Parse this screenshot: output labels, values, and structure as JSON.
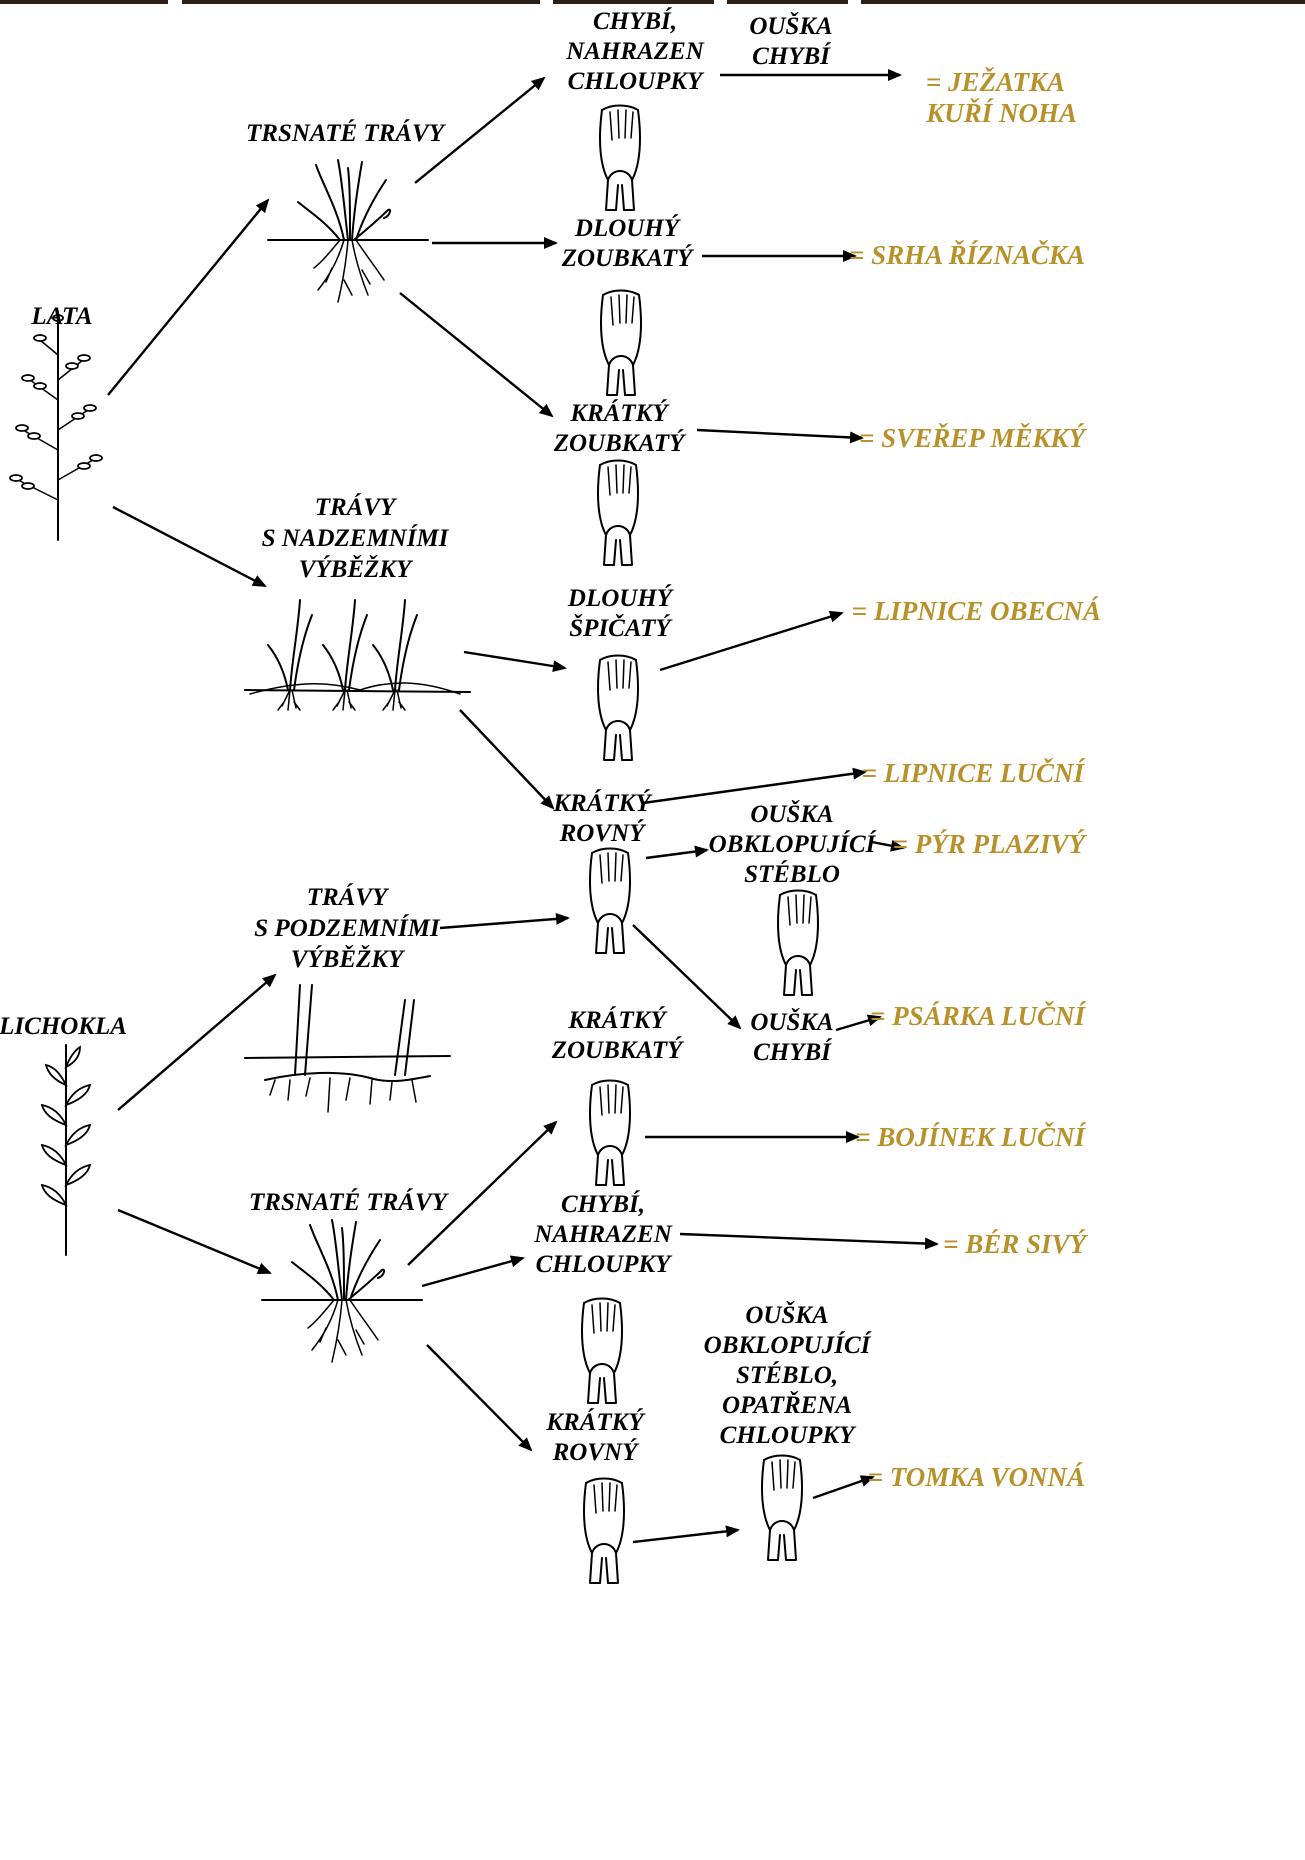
{
  "inflorescence": {
    "lata": "LATA",
    "lichokla": "LICHOKLA"
  },
  "growth": {
    "trsnate_1": "TRSNATÉ TRÁVY",
    "nadzemni": [
      "TRÁVY",
      "S NADZEMNÍMI",
      "VÝBĚŽKY"
    ],
    "podzemni": [
      "TRÁVY",
      "S PODZEMNÍMI",
      "VÝBĚŽKY"
    ],
    "trsnate_2": "TRSNATÉ TRÁVY"
  },
  "ligule": {
    "chybi_1": [
      "CHYBÍ,",
      "NAHRAZEN",
      "CHLOUPKY"
    ],
    "dlouhy_zoubkaty": [
      "DLOUHÝ",
      "ZOUBKATÝ"
    ],
    "kratky_zoubkaty_1": [
      "KRÁTKÝ",
      "ZOUBKATÝ"
    ],
    "dlouhy_spicaty": [
      "DLOUHÝ",
      "ŠPIČATÝ"
    ],
    "kratky_rovny_1": [
      "KRÁTKÝ",
      "ROVNÝ"
    ],
    "kratky_zoubkaty_2": [
      "KRÁTKÝ",
      "ZOUBKATÝ"
    ],
    "chybi_2": [
      "CHYBÍ,",
      "NAHRAZEN",
      "CHLOUPKY"
    ],
    "kratky_rovny_2": [
      "KRÁTKÝ",
      "ROVNÝ"
    ]
  },
  "auricles": {
    "chybi_top": [
      "OUŠKA",
      "CHYBÍ"
    ],
    "obklopujici": [
      "OUŠKA",
      "OBKLOPUJÍCÍ",
      "STÉBLO"
    ],
    "chybi_mid": [
      "OUŠKA",
      "CHYBÍ"
    ],
    "obklopujici_chloupky": [
      "OUŠKA",
      "OBKLOPUJÍCÍ",
      "STÉBLO,",
      "OPATŘENA",
      "CHLOUPKY"
    ]
  },
  "results": {
    "jezatka": [
      "=  JEŽATKA",
      "KUŘÍ NOHA"
    ],
    "srha": "= SRHA ŘÍZNAČKA",
    "sverep": "= SVEŘEP MĚKKÝ",
    "lipnice_obecna": "= LIPNICE OBECNÁ",
    "lipnice_lucni": "= LIPNICE LUČNÍ",
    "pyr": "= PÝR PLAZIVÝ",
    "psarka": "= PSÁRKA LUČNÍ",
    "bojinek": "= BOJÍNEK LUČNÍ",
    "ber": "= BÉR SIVÝ",
    "tomka": "= TOMKA VONNÁ"
  },
  "colors": {
    "result": "#b8912a",
    "ink": "#000000"
  }
}
